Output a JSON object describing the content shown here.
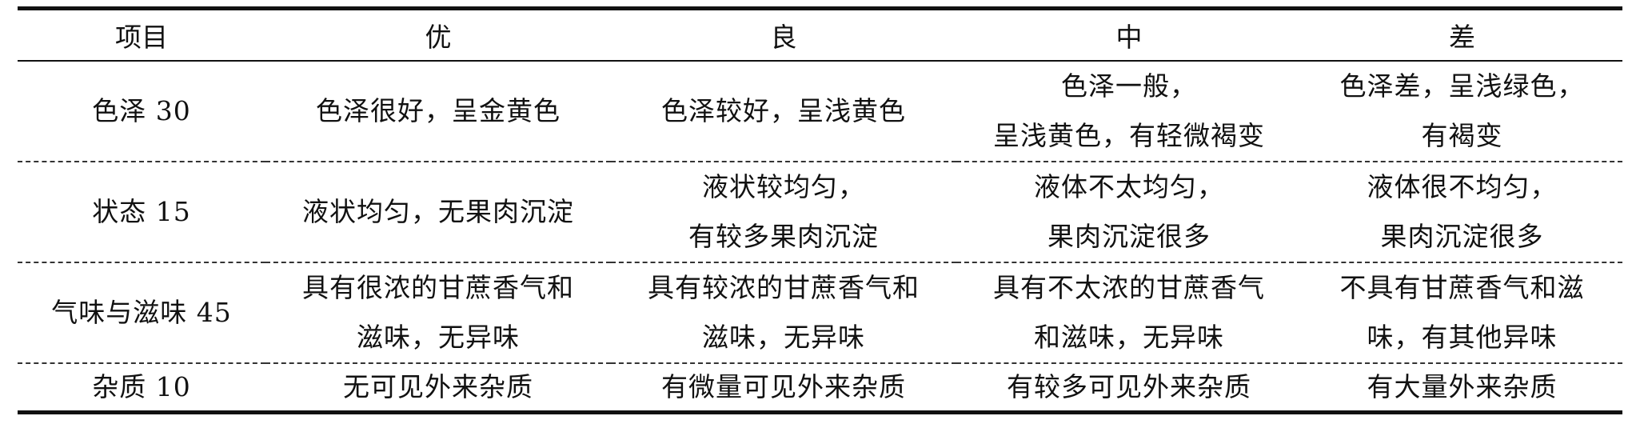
{
  "table": {
    "headers": [
      "项目",
      "优",
      "良",
      "中",
      "差"
    ],
    "rows": [
      {
        "item": "色泽 30",
        "excellent": [
          "色泽很好，呈金黄色"
        ],
        "good": [
          "色泽较好，呈浅黄色"
        ],
        "medium": [
          "色泽一般，",
          "呈浅黄色，有轻微褐变"
        ],
        "poor": [
          "色泽差，呈浅绿色，",
          "有褐变"
        ]
      },
      {
        "item": "状态 15",
        "excellent": [
          "液状均匀，无果肉沉淀"
        ],
        "good": [
          "液状较均匀，",
          "有较多果肉沉淀"
        ],
        "medium": [
          "液体不太均匀，",
          "果肉沉淀很多"
        ],
        "poor": [
          "液体很不均匀，",
          "果肉沉淀很多"
        ]
      },
      {
        "item": "气味与滋味 45",
        "excellent": [
          "具有很浓的甘蔗香气和",
          "滋味，无异味"
        ],
        "good": [
          "具有较浓的甘蔗香气和",
          "滋味，无异味"
        ],
        "medium": [
          "具有不太浓的甘蔗香气",
          "和滋味，无异味"
        ],
        "poor": [
          "不具有甘蔗香气和滋",
          "味，有其他异味"
        ]
      },
      {
        "item": "杂质 10",
        "excellent": [
          "无可见外来杂质"
        ],
        "good": [
          "有微量可见外来杂质"
        ],
        "medium": [
          "有较多可见外来杂质"
        ],
        "poor": [
          "有大量外来杂质"
        ]
      }
    ]
  }
}
